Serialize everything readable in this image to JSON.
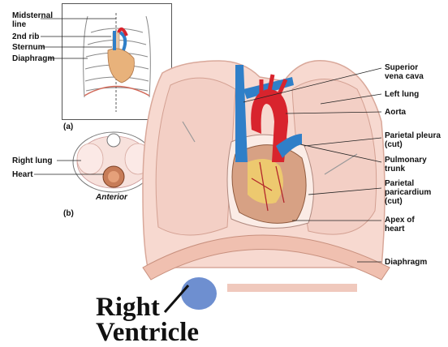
{
  "inset_a": {
    "labels": [
      "Midsternal line",
      "2nd rib",
      "Sternum",
      "Diaphragm"
    ],
    "tag": "(a)"
  },
  "inset_b": {
    "labels": [
      "Right lung",
      "Heart"
    ],
    "anterior": "Anterior",
    "tag": "(b)"
  },
  "main": {
    "labels": [
      "Superior vena cava",
      "Left lung",
      "Aorta",
      "Parietal pleura (cut)",
      "Pulmonary trunk",
      "Parietal paricardium (cut)",
      "Apex of heart",
      "Diaphragm"
    ]
  },
  "bottom_label": "Right Ventricle",
  "colors": {
    "lung": "#f7d9d0",
    "lung_edge": "#d9a89a",
    "heart": "#d7a184",
    "aorta": "#d8242d",
    "vena_cava": "#2f7fc8",
    "fat": "#f3d36a"
  }
}
